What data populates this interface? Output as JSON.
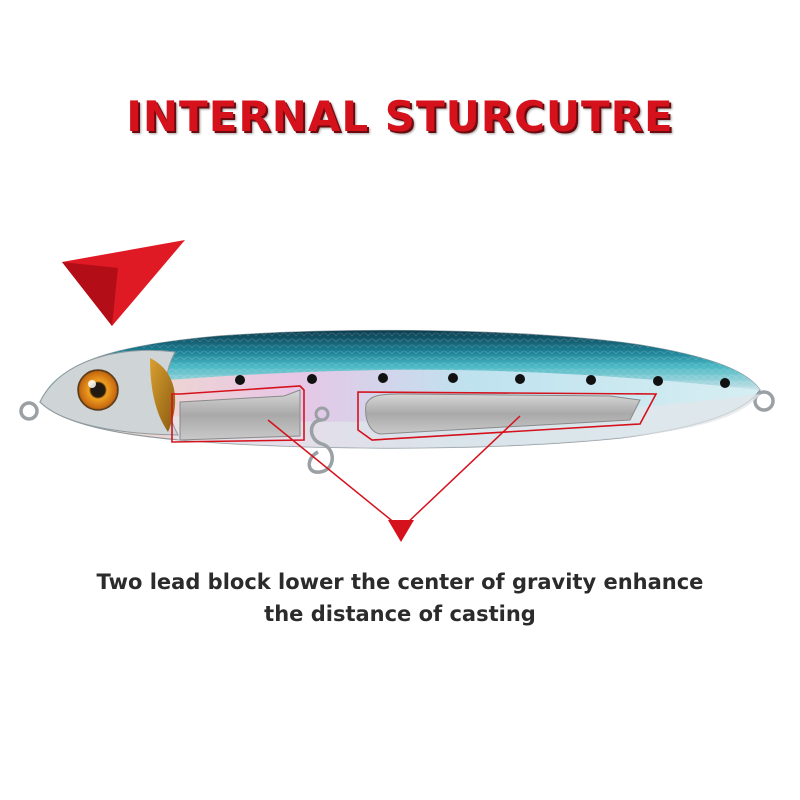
{
  "title": "INTERNAL STURCUTRE",
  "caption": {
    "line1": "Two lead block lower the center of gravity enhance",
    "line2": "the distance of casting"
  },
  "colors": {
    "accent_red": "#d5111c",
    "body_blue": "#1f8fa3",
    "lead_gray": "#b9b9b9",
    "text_dark": "#2b2b2b"
  },
  "icons": [
    "pointer-triangle-icon",
    "arrow-down-icon"
  ]
}
